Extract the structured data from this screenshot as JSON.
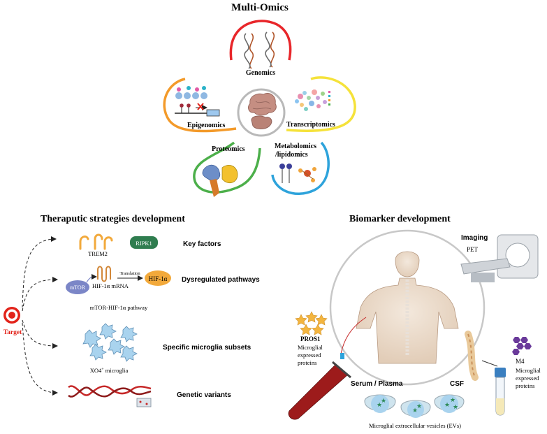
{
  "title": "Multi-Omics",
  "omics": {
    "genomics": "Genomics",
    "epigenomics": "Epigenomics",
    "transcriptomics": "Transcriptomics",
    "proteomics": "Proteomics",
    "metabolomics_line1": "Metabolomics",
    "metabolomics_line2": "/lipidomics"
  },
  "therapeutic": {
    "heading": "Theraputic strategies development",
    "target_label": "Target",
    "trem2": "TREM2",
    "ripk1": "RIPK1",
    "key_factors": "Key factors",
    "mtor": "mTOR",
    "hif_mrna": "HIF-1α mRNA",
    "translation": "Translation",
    "hif_protein": "HIF-1α",
    "dysregulated": "Dysregulated pathways",
    "mtor_pathway": "mTOR-HIF-1α pathway",
    "xo4_prefix": "XO4",
    "xo4_sup": "+",
    "xo4_suffix": " microglia",
    "subsets": "Specific microglia subsets",
    "variants": "Genetic variants"
  },
  "biomarker": {
    "heading": "Biomarker development",
    "imaging": "Imaging",
    "pet": "PET",
    "pros1": "PROS1",
    "pros1_desc1": "Microglial",
    "pros1_desc2": "expressed",
    "pros1_desc3": "proteins",
    "serum": "Serum / Plasma",
    "csf": "CSF",
    "m4": "M4",
    "m4_desc1": "Microglial",
    "m4_desc2": "expressed",
    "m4_desc3": "proteins",
    "evs": "Microglial extracellular vesicles  (EVs)"
  },
  "colors": {
    "genomics_arc": "#e8262a",
    "epigenomics_arc": "#f39a2a",
    "transcriptomics_arc": "#f5e23a",
    "proteomics_arc": "#4caf4a",
    "metabolomics_arc": "#2ea3db",
    "target_red": "#e2231a",
    "ripk1_green": "#2f7d4f",
    "hif_orange": "#f2a93b",
    "mtor_blue": "#7b86c7",
    "star_gold": "#f3b53f",
    "m4_purple": "#6a3a9a"
  }
}
